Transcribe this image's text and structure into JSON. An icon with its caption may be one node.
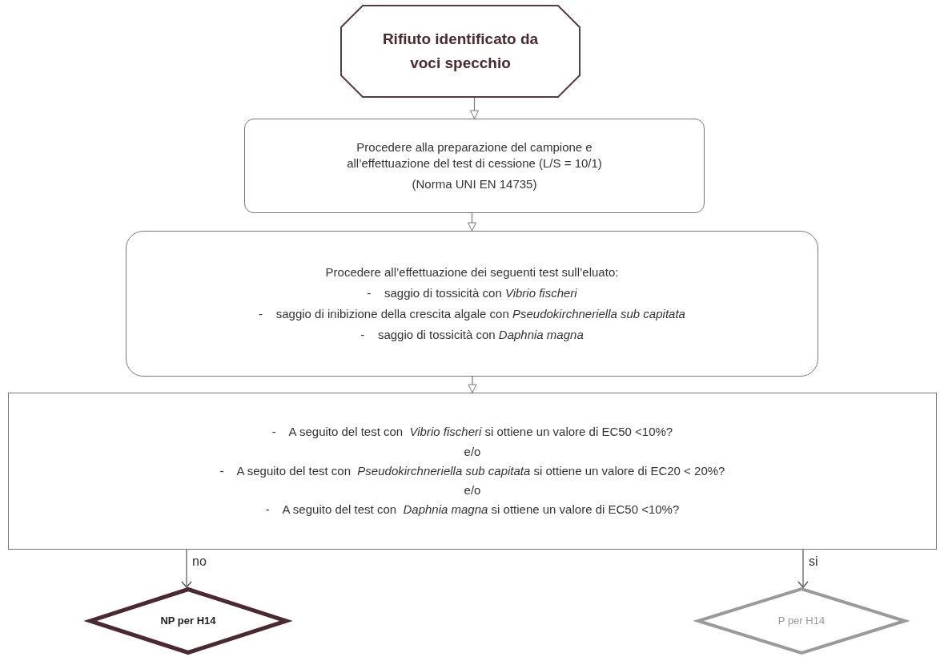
{
  "diagram": {
    "nodes": [
      {
        "text": [
          "Rifiuto identificato da voci specchio"
        ]
      },
      {
        "text": [
          "Procedere alla preparazione del campione e all’effettuazione del test di cessione (L/S = 10/1)",
          "(Norma UNI EN 14735)"
        ]
      },
      {
        "text": [
          "Procedere all’effettuazione dei seguenti test sull’eluato:",
          "-    saggio di tossicità con *Vibrio fischeri*",
          "-    saggio di inibizione della crescita algale con *Pseudokirchneriella sub capitata*",
          "-    saggio di tossicità con *Daphnia magna*"
        ]
      },
      {
        "text": [
          "-    A seguito del test con  *Vibrio fischeri* si ottiene un valore di EC50 <10%?",
          "e/o",
          "-    A seguito del test con  *Pseudokirchneriella sub capitata* si ottiene un valore di EC20 < 20%?",
          "e/o",
          "-    A seguito del test con  *Daphnia magna* si ottiene un valore di EC50 <10%?"
        ]
      },
      {
        "text": [
          "NP per H14"
        ]
      },
      {
        "text": [
          "P per H14"
        ]
      }
    ],
    "edges": [
      {
        "from": 0,
        "to": 1,
        "arrow": "to"
      },
      {
        "from": 1,
        "to": 2,
        "arrow": "to"
      },
      {
        "from": 2,
        "to": 3,
        "arrow": "to"
      },
      {
        "from": 3,
        "to": 4,
        "arrow": "to",
        "label": "no"
      },
      {
        "from": 3,
        "to": 5,
        "arrow": "to",
        "label": "si",
        "color": "#555555"
      }
    ]
  }
}
